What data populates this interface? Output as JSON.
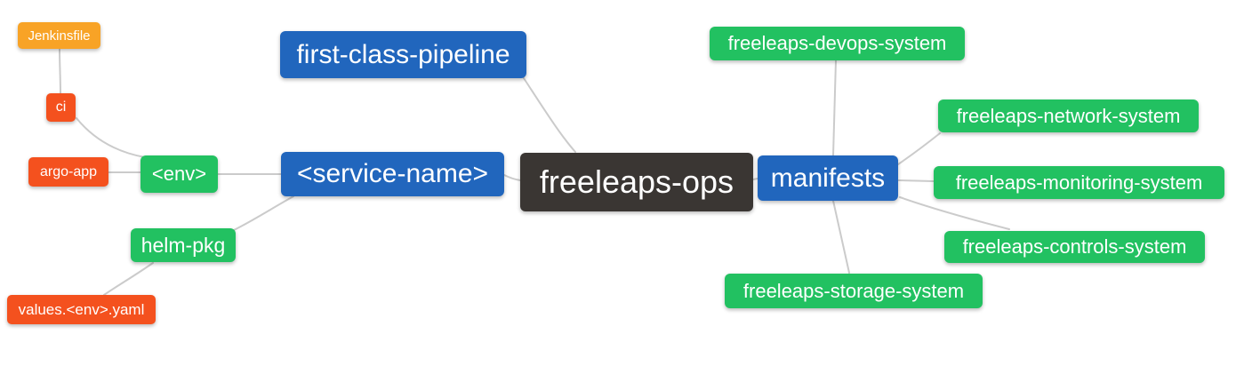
{
  "palette": {
    "root_background": "#3a3633",
    "level1_background": "#2166bd",
    "green_background": "#22c161",
    "orange_background": "#f8a326",
    "red_background": "#f4511e",
    "node_text": "#ffffff",
    "edge_stroke": "#cbcbcb",
    "page_background": "#ffffff"
  },
  "nodes": {
    "freeleaps_ops": {
      "label": "freeleaps-ops"
    },
    "first_class_pipeline": {
      "label": "first-class-pipeline"
    },
    "service_name": {
      "label": "<service-name>"
    },
    "manifests": {
      "label": "manifests"
    },
    "env": {
      "label": "<env>"
    },
    "helm_pkg": {
      "label": "helm-pkg"
    },
    "ci": {
      "label": "ci"
    },
    "argo_app": {
      "label": "argo-app"
    },
    "jenkinsfile": {
      "label": "Jenkinsfile"
    },
    "values_env_yaml": {
      "label": "values.<env>.yaml"
    },
    "devops_system": {
      "label": "freeleaps-devops-system"
    },
    "network_system": {
      "label": "freeleaps-network-system"
    },
    "monitoring_system": {
      "label": "freeleaps-monitoring-system"
    },
    "controls_system": {
      "label": "freeleaps-controls-system"
    },
    "storage_system": {
      "label": "freeleaps-storage-system"
    }
  },
  "edges": [
    {
      "from": "freeleaps_ops",
      "to": "first_class_pipeline"
    },
    {
      "from": "freeleaps_ops",
      "to": "service_name"
    },
    {
      "from": "freeleaps_ops",
      "to": "manifests"
    },
    {
      "from": "service_name",
      "to": "env"
    },
    {
      "from": "service_name",
      "to": "helm_pkg"
    },
    {
      "from": "env",
      "to": "ci"
    },
    {
      "from": "env",
      "to": "argo_app"
    },
    {
      "from": "ci",
      "to": "jenkinsfile"
    },
    {
      "from": "helm_pkg",
      "to": "values_env_yaml"
    },
    {
      "from": "manifests",
      "to": "devops_system"
    },
    {
      "from": "manifests",
      "to": "network_system"
    },
    {
      "from": "manifests",
      "to": "monitoring_system"
    },
    {
      "from": "manifests",
      "to": "controls_system"
    },
    {
      "from": "manifests",
      "to": "storage_system"
    }
  ]
}
